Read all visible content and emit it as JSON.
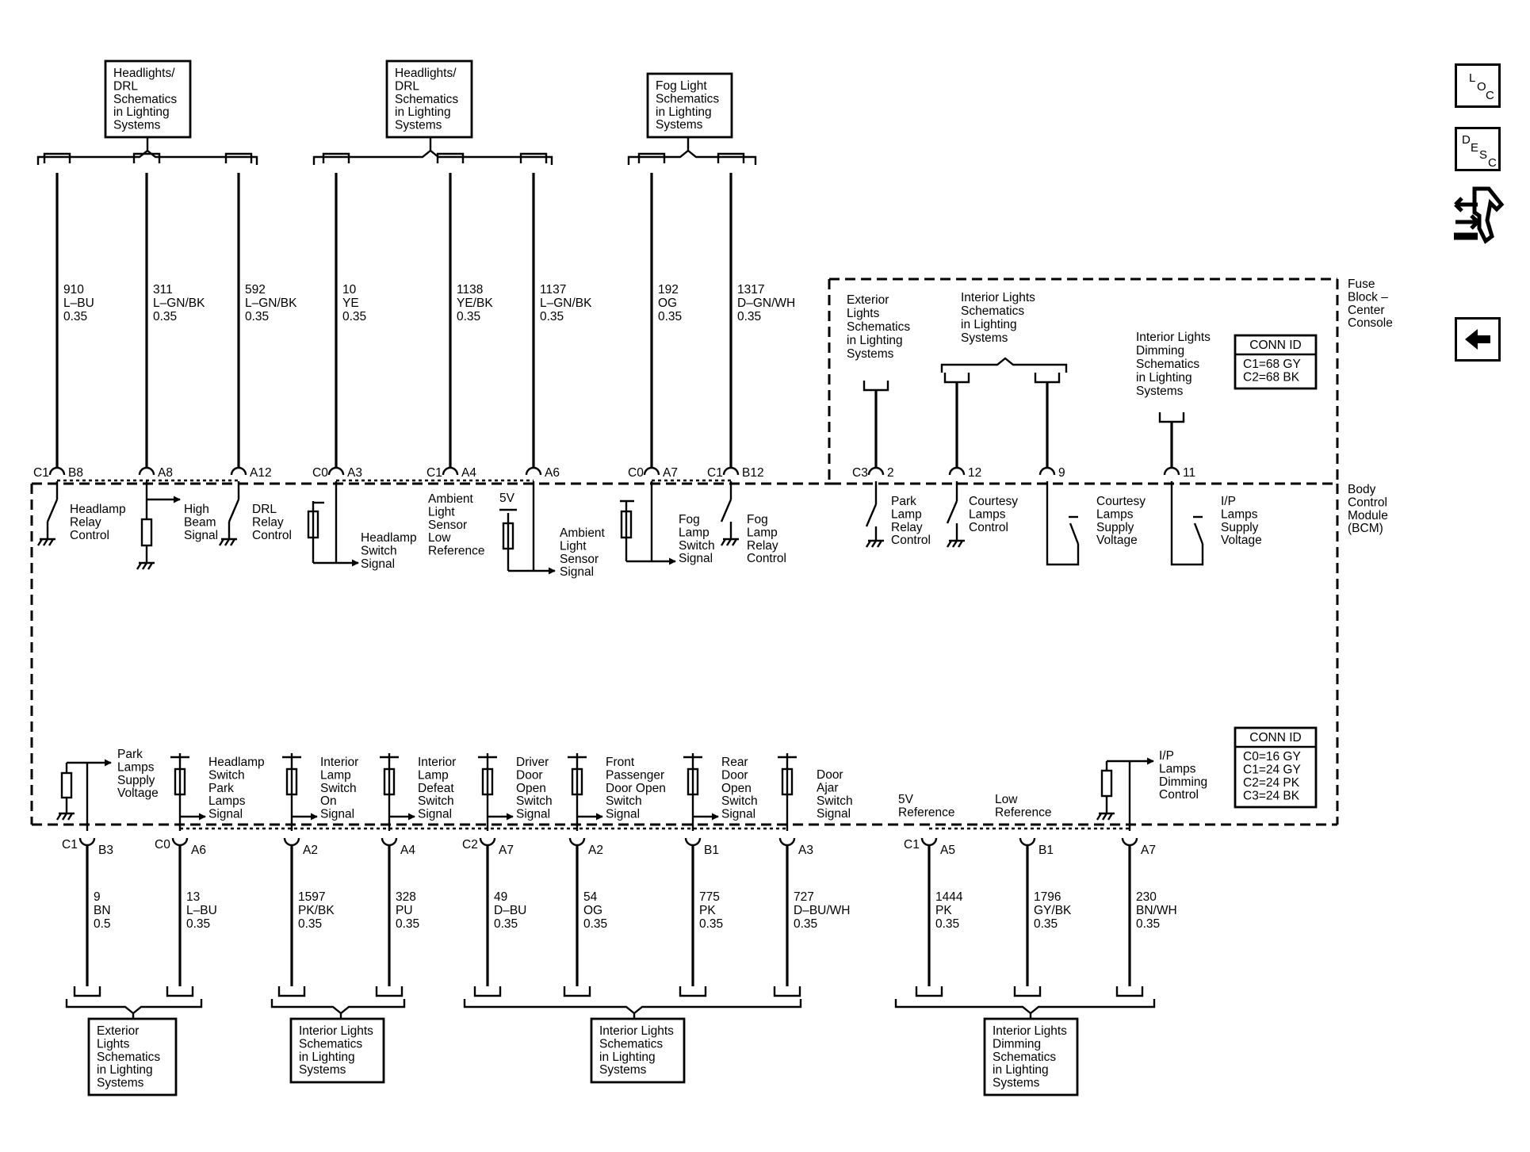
{
  "nav": {
    "loc": [
      "L",
      "O",
      "C"
    ],
    "desc": [
      "D",
      "E",
      "S",
      "C"
    ]
  },
  "modules": {
    "fuse_block": [
      "Fuse",
      "Block –",
      "Center",
      "Console"
    ],
    "bcm": [
      "Body",
      "Control",
      "Module",
      "(BCM)"
    ]
  },
  "conn_id_fuse": {
    "title": "CONN ID",
    "rows": [
      "C1=68 GY",
      "C2=68 BK"
    ]
  },
  "conn_id_bcm": {
    "title": "CONN ID",
    "rows": [
      "C0=16 GY",
      "C1=24 GY",
      "C2=24 PK",
      "C3=24 BK"
    ]
  },
  "top_refs": [
    {
      "lines": [
        "Headlights/",
        "DRL",
        "Schematics",
        "in Lighting",
        "Systems"
      ]
    },
    {
      "lines": [
        "Headlights/",
        "DRL",
        "Schematics",
        "in Lighting",
        "Systems"
      ]
    },
    {
      "lines": [
        "Fog Light",
        "Schematics",
        "in Lighting",
        "Systems"
      ]
    }
  ],
  "fuse_refs": [
    {
      "lines": [
        "Exterior",
        "Lights",
        "Schematics",
        "in Lighting",
        "Systems"
      ]
    },
    {
      "lines": [
        "Interior Lights",
        "Schematics",
        "in Lighting",
        "Systems"
      ]
    },
    {
      "lines": [
        "Interior Lights",
        "Dimming",
        "Schematics",
        "in Lighting",
        "Systems"
      ]
    }
  ],
  "bottom_refs": [
    {
      "lines": [
        "Exterior",
        "Lights",
        "Schematics",
        "in Lighting",
        "Systems"
      ]
    },
    {
      "lines": [
        "Interior Lights",
        "Schematics",
        "in Lighting",
        "Systems"
      ]
    },
    {
      "lines": [
        "Interior Lights",
        "Schematics",
        "in Lighting",
        "Systems"
      ]
    },
    {
      "lines": [
        "Interior Lights",
        "Dimming",
        "Schematics",
        "in Lighting",
        "Systems"
      ]
    }
  ],
  "top_wires": [
    {
      "circuit": "910",
      "color": "L–BU",
      "gauge": "0.35"
    },
    {
      "circuit": "311",
      "color": "L–GN/BK",
      "gauge": "0.35"
    },
    {
      "circuit": "592",
      "color": "L–GN/BK",
      "gauge": "0.35"
    },
    {
      "circuit": "10",
      "color": "YE",
      "gauge": "0.35"
    },
    {
      "circuit": "1138",
      "color": "YE/BK",
      "gauge": "0.35"
    },
    {
      "circuit": "1137",
      "color": "L–GN/BK",
      "gauge": "0.35"
    },
    {
      "circuit": "192",
      "color": "OG",
      "gauge": "0.35"
    },
    {
      "circuit": "1317",
      "color": "D–GN/WH",
      "gauge": "0.35"
    }
  ],
  "top_pins": [
    {
      "conn": "C1",
      "pin": "B8"
    },
    {
      "conn": "",
      "pin": "A8"
    },
    {
      "conn": "",
      "pin": "A12"
    },
    {
      "conn": "C0",
      "pin": "A3"
    },
    {
      "conn": "C1",
      "pin": "A4"
    },
    {
      "conn": "",
      "pin": "A6"
    },
    {
      "conn": "C0",
      "pin": "A7"
    },
    {
      "conn": "C1",
      "pin": "B12"
    },
    {
      "conn": "C3",
      "pin": "2"
    },
    {
      "conn": "",
      "pin": "12"
    },
    {
      "conn": "",
      "pin": "9"
    },
    {
      "conn": "",
      "pin": "11"
    }
  ],
  "top_functions": [
    {
      "lines": [
        "Headlamp",
        "Relay",
        "Control"
      ]
    },
    {
      "lines": [
        "High",
        "Beam",
        "Signal"
      ]
    },
    {
      "lines": [
        "DRL",
        "Relay",
        "Control"
      ]
    },
    {
      "lines": [
        "Headlamp",
        "Switch",
        "Signal"
      ]
    },
    {
      "lines": [
        "Ambient",
        "Light",
        "Sensor",
        "Low",
        "Reference"
      ]
    },
    {
      "lines": [
        "Ambient",
        "Light",
        "Sensor",
        "Signal"
      ]
    },
    {
      "lines": [
        "Fog",
        "Lamp",
        "Switch",
        "Signal"
      ]
    },
    {
      "lines": [
        "Fog",
        "Lamp",
        "Relay",
        "Control"
      ]
    },
    {
      "lines": [
        "Park",
        "Lamp",
        "Relay",
        "Control"
      ]
    },
    {
      "lines": [
        "Courtesy",
        "Lamps",
        "Control"
      ]
    },
    {
      "lines": [
        "Courtesy",
        "Lamps",
        "Supply",
        "Voltage"
      ]
    },
    {
      "lines": [
        "I/P",
        "Lamps",
        "Supply",
        "Voltage"
      ]
    }
  ],
  "five_v": "5V",
  "bottom_functions": [
    {
      "lines": [
        "Park",
        "Lamps",
        "Supply",
        "Voltage"
      ]
    },
    {
      "lines": [
        "Headlamp",
        "Switch",
        "Park",
        "Lamps",
        "Signal"
      ]
    },
    {
      "lines": [
        "Interior",
        "Lamp",
        "Switch",
        "On",
        "Signal"
      ]
    },
    {
      "lines": [
        "Interior",
        "Lamp",
        "Defeat",
        "Switch",
        "Signal"
      ]
    },
    {
      "lines": [
        "Driver",
        "Door",
        "Open",
        "Switch",
        "Signal"
      ]
    },
    {
      "lines": [
        "Front",
        "Passenger",
        "Door Open",
        "Switch",
        "Signal"
      ]
    },
    {
      "lines": [
        "Rear",
        "Door",
        "Open",
        "Switch",
        "Signal"
      ]
    },
    {
      "lines": [
        "Door",
        "Ajar",
        "Switch",
        "Signal"
      ]
    },
    {
      "lines": [
        "5V",
        "Reference"
      ]
    },
    {
      "lines": [
        "Low",
        "Reference"
      ]
    },
    {
      "lines": [
        "I/P",
        "Lamps",
        "Dimming",
        "Control"
      ]
    }
  ],
  "bottom_pins": [
    {
      "conn": "C1",
      "pin": "B3"
    },
    {
      "conn": "C0",
      "pin": "A6"
    },
    {
      "conn": "",
      "pin": "A2"
    },
    {
      "conn": "",
      "pin": "A4"
    },
    {
      "conn": "C2",
      "pin": "A7"
    },
    {
      "conn": "",
      "pin": "A2"
    },
    {
      "conn": "",
      "pin": "B1"
    },
    {
      "conn": "",
      "pin": "A3"
    },
    {
      "conn": "C1",
      "pin": "A5"
    },
    {
      "conn": "",
      "pin": "B1"
    },
    {
      "conn": "",
      "pin": "A7"
    }
  ],
  "bottom_wires": [
    {
      "circuit": "9",
      "color": "BN",
      "gauge": "0.5"
    },
    {
      "circuit": "13",
      "color": "L–BU",
      "gauge": "0.35"
    },
    {
      "circuit": "1597",
      "color": "PK/BK",
      "gauge": "0.35"
    },
    {
      "circuit": "328",
      "color": "PU",
      "gauge": "0.35"
    },
    {
      "circuit": "49",
      "color": "D–BU",
      "gauge": "0.35"
    },
    {
      "circuit": "54",
      "color": "OG",
      "gauge": "0.35"
    },
    {
      "circuit": "775",
      "color": "PK",
      "gauge": "0.35"
    },
    {
      "circuit": "727",
      "color": "D–BU/WH",
      "gauge": "0.35"
    },
    {
      "circuit": "1444",
      "color": "PK",
      "gauge": "0.35"
    },
    {
      "circuit": "1796",
      "color": "GY/BK",
      "gauge": "0.35"
    },
    {
      "circuit": "230",
      "color": "BN/WH",
      "gauge": "0.35"
    }
  ]
}
